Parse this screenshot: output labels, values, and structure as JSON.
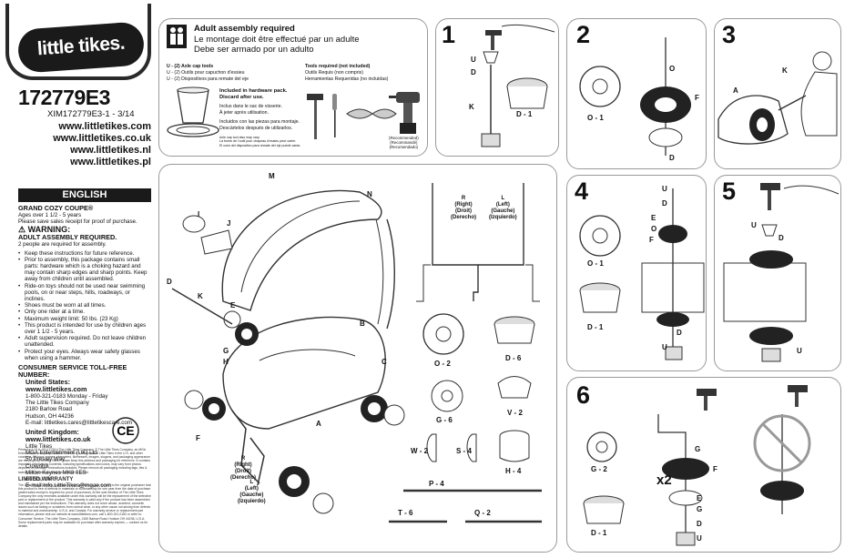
{
  "brand": {
    "logo_text": "little tikes."
  },
  "product": {
    "model": "172779E3",
    "code": "XIM172779E3-1 - 3/14"
  },
  "websites": [
    "www.littletikes.com",
    "www.littletikes.co.uk",
    "www.littletikes.nl",
    "www.littletikes.pl"
  ],
  "language": "ENGLISH",
  "manual": {
    "product_name": "GRAND COZY COUPE®",
    "ages": "Ages over 1 1/2 - 5 years",
    "receipt": "Please save sales receipt for proof of purchase.",
    "warning_title": "⚠ WARNING:",
    "adult_assembly": "ADULT ASSEMBLY REQUIRED.",
    "people": "2 people are required for assembly.",
    "bullets": [
      "Keep these instructions for future reference.",
      "Prior to assembly, this package contains small parts: hardware which is a choking hazard and may contain sharp edges and sharp points. Keep away from children until assembled.",
      "Ride-on toys should not be used near swimming pools, on or near steps, hills, roadways, or inclines.",
      "Shoes must be worn at all times.",
      "Only one rider at a time.",
      "Maximum weight limit: 50 lbs. (23 Kg)",
      "This product is intended for use by children ages over 1 1/2 - 5 years.",
      "Adult supervision required. Do not leave children unattended.",
      "Protect your eyes. Always wear safety glasses when using a hammer."
    ],
    "consumer_title": "CONSUMER SERVICE TOLL-FREE NUMBER:",
    "us_title": "United States:",
    "us_lines": [
      "www.littletikes.com",
      "1-800-321-0183  Monday - Friday",
      "The Little Tikes Company",
      "2180 Barlow Road",
      "Hudson, OH  44236",
      "E-mail: littletikes.cares@littletikescare.com"
    ],
    "uk_title": "United Kingdom:",
    "uk_lines": [
      "www.littletikes.co.uk",
      "Little Tikes",
      "MGA Entertainment (UK) Ltd",
      "50 Presley Way",
      "Crownhill",
      "Milton Keynes MK8 0ES",
      "Bucks, UK",
      "E-mail:Info.LittleTikes@mgae.com"
    ],
    "fine_print": "Printed in U.S.A. 3/14 ©2014 The Little Tikes Company. © The Little Tikes Company, an MGA Entertainment company. LITTLE TIKES® is a trademark of Little Tikes in the U.S. and other countries. All logos, names, characters, likenesses, images, slogans, and packaging appearance are the property of Little Tikes. Please keep this address and packaging for reference. It contains important information. Contents, including specifications and colors, may vary from photos depicted on package. Instructions included. Please remove all packaging including tags, ties & tacking stitches before giving this product to a child.",
    "warranty_title": "LIMITED WARRANTY",
    "warranty_text": "The Little Tikes Company makes toys, high quality toys. We warrant to the original purchaser that this product is free of defects in materials or workmanship for one year from the date of purchase (dated sales receipt is required for proof of purchase). At the sole election of The Little Tikes Company the only remedies available under this warranty will be the replacement of the defective part or replacement of the product. This warranty is valid only if the product has been assembled and maintained per the instructions. This warranty does not cover abuse, accident, cosmetic issues such as fading or scratches from normal wear, or any other cause not arising from defects in material and workmanship. U.S.A. and Canada: For warranty service or replacement part information, please visit our website at www.littletikes.com, call 1-800-321-0183 or write to: Consumer Service, The Little Tikes Company, 2180 Barlow Road, Hudson OH 44236, U.S.A. Some replacement parts may be available for purchase after warranty expires — contact us for details."
  },
  "assembly": {
    "title_en": "Adult assembly required",
    "title_fr": "Le montage doit être effectué par un adulte",
    "title_es": "Debe ser armado por un adulto",
    "tools_lines": [
      "U - (2) Axle cap tools",
      "U - (2) Outils pour capuchon d'essieu",
      "U - (2) Dispositivos para remate del eje"
    ],
    "hardware_lines": [
      "Included in hardware pack.",
      "Discard after use."
    ],
    "hardware_fr": [
      "Inclus dans le sac de visserie.",
      "À jeter après utilisation."
    ],
    "hardware_es": [
      "Incluidos con las piezas para montaje.",
      "Descártelos después de utilizarlos."
    ],
    "tools_req_lines": [
      "Tools required (not included)",
      "Outils Requis (non compris)",
      "Herramientas Requeridas (no incluidas)"
    ],
    "recommended": [
      "(Recommended)",
      "(Recommandé)",
      "(Recomendado)"
    ],
    "cap_note": [
      "Axle cap tool also may vary.",
      "La forme de l'outil pour chapeau d'essieu peut varier.",
      "El color del dispositivo para remate del eje puede variar."
    ]
  },
  "parts_labels": {
    "right": [
      "R",
      "(Right)",
      "(Droit)",
      "(Derecho)"
    ],
    "left": [
      "L",
      "(Left)",
      "(Gauche)",
      "(Izquierdo)"
    ],
    "o2": "O - 2",
    "d6": "D - 6",
    "g6": "G - 6",
    "v2": "V - 2",
    "w2": "W - 2",
    "s4": "S - 4",
    "h4": "H - 4",
    "p4": "P - 4",
    "t6": "T - 6",
    "q2": "Q - 2",
    "letters": [
      "M",
      "N",
      "I",
      "J",
      "D",
      "K",
      "E",
      "G",
      "H",
      "F",
      "B",
      "C",
      "A",
      "L"
    ]
  },
  "steps": {
    "s1": {
      "num": "1",
      "labels": [
        "U",
        "D",
        "K"
      ],
      "d1": "D - 1"
    },
    "s2": {
      "num": "2",
      "o1": "O - 1",
      "labels": [
        "O",
        "F",
        "D"
      ]
    },
    "s3": {
      "num": "3",
      "labels": [
        "A",
        "K"
      ]
    },
    "s4": {
      "num": "4",
      "o1": "O - 1",
      "d1": "D - 1",
      "labels": [
        "U",
        "D",
        "E",
        "O",
        "F",
        "D",
        "U"
      ]
    },
    "s5": {
      "num": "5",
      "labels": [
        "U",
        "D",
        "U"
      ]
    },
    "s6": {
      "num": "6",
      "g2": "G - 2",
      "d1": "D - 1",
      "x2": "x2",
      "labels": [
        "G",
        "F",
        "E",
        "G",
        "D",
        "U"
      ]
    }
  }
}
